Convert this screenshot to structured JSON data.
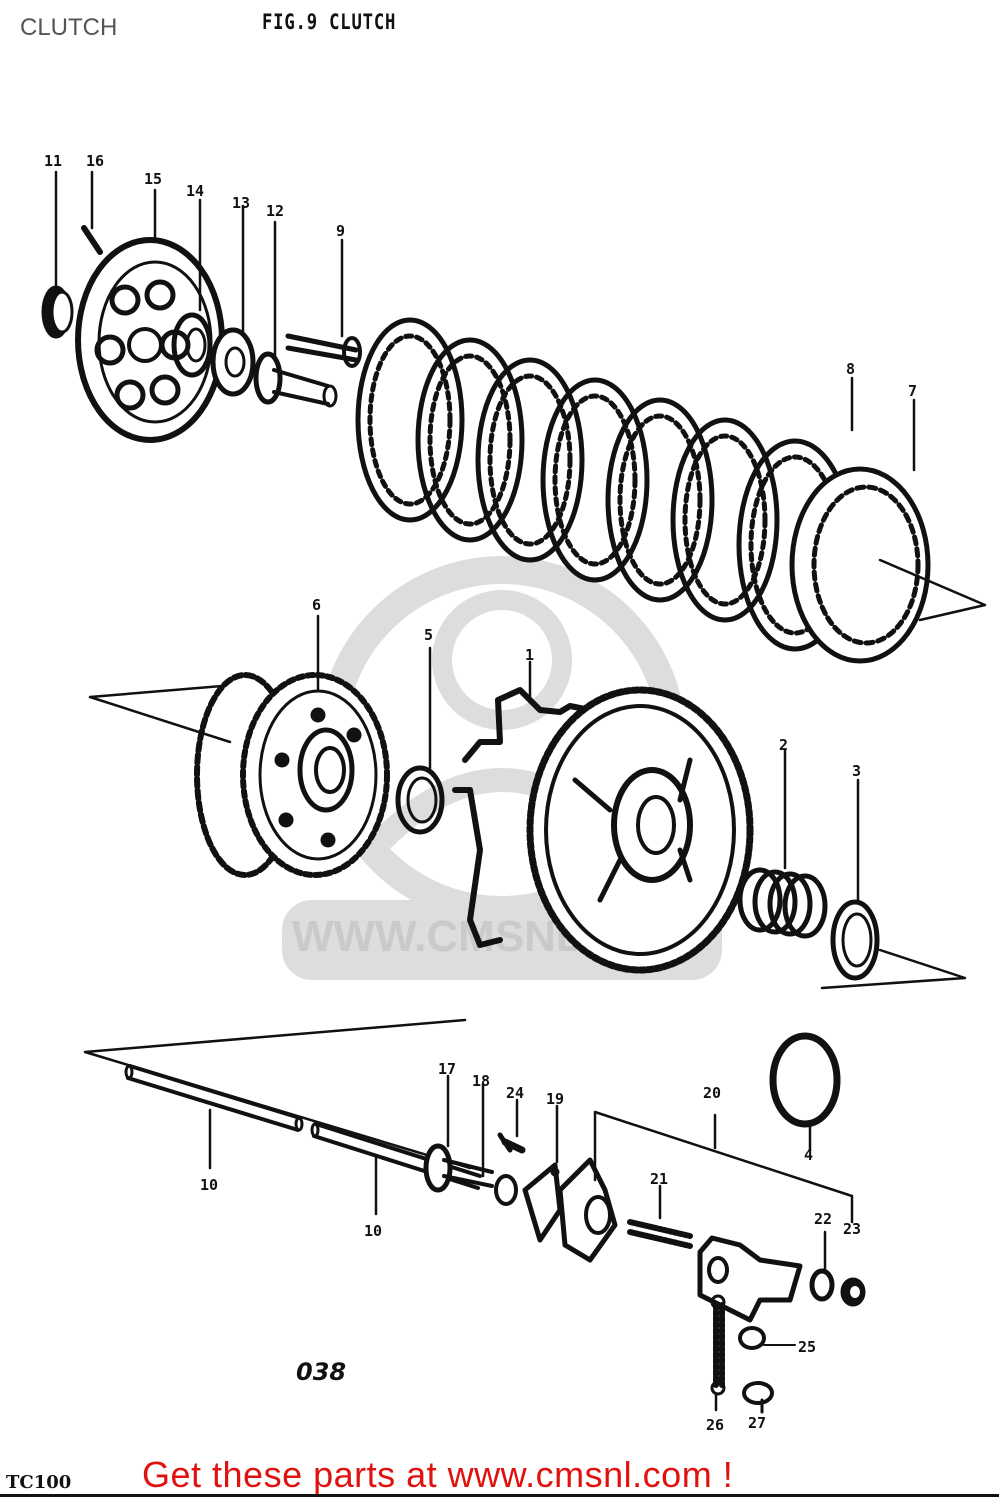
{
  "page": {
    "title": "CLUTCH",
    "figure_title": "FIG.9 CLUTCH"
  },
  "watermark": {
    "text": "WWW.CMSNL.COM"
  },
  "footer": {
    "page_number": "038",
    "model": "TC100",
    "call_to_action": "Get these parts at www.cmsnl.com !",
    "cta_color": "#e0120f"
  },
  "parts": {
    "p1": "1",
    "p2": "2",
    "p3": "3",
    "p4": "4",
    "p5": "5",
    "p6": "6",
    "p7": "7",
    "p8": "8",
    "p9": "9",
    "p10a": "10",
    "p10b": "10",
    "p11": "11",
    "p12": "12",
    "p13": "13",
    "p14": "14",
    "p15": "15",
    "p16": "16",
    "p17": "17",
    "p18": "18",
    "p19": "19",
    "p20": "20",
    "p21": "21",
    "p22": "22",
    "p23": "23",
    "p24": "24",
    "p25": "25",
    "p26": "26",
    "p27": "27"
  }
}
